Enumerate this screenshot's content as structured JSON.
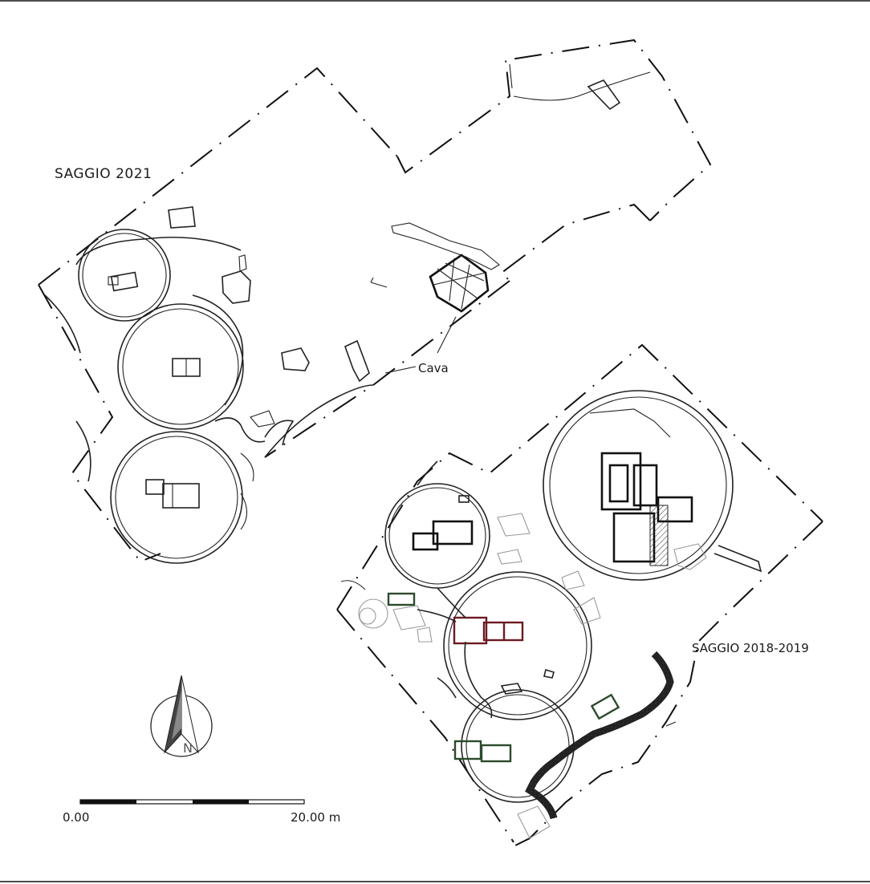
{
  "labels": {
    "saggio_2021": "SAGGIO 2021",
    "saggio_2018_2019": "SAGGIO 2018-2019",
    "cava": "Cava"
  },
  "north_arrow": {
    "letter": "N"
  },
  "scale_bar": {
    "start_label": "0.00",
    "end_label": "20.00 m"
  },
  "colors": {
    "line": "#222222",
    "red_structure": "#6b1a22",
    "green_structure": "#2c4a2c",
    "grey_structure": "#9a9a9a"
  }
}
